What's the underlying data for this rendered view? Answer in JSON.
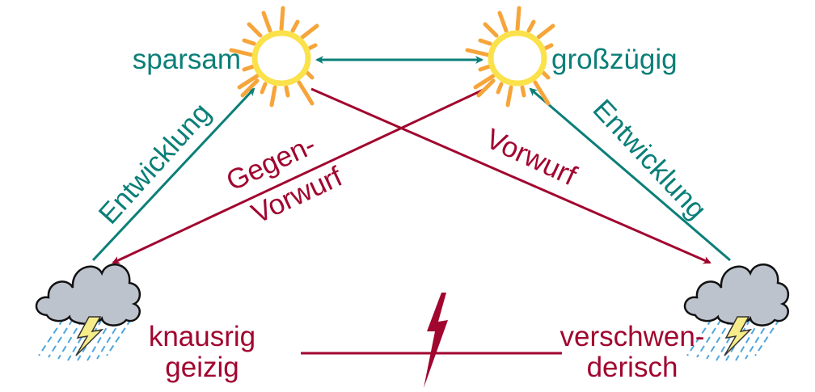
{
  "colors": {
    "teal": "#0b7f78",
    "red": "#a1062f",
    "sun_ray": "#f6a53a",
    "sun_ring": "#fbe14a",
    "cloud": "#bcc3cc",
    "rain": "#4fa6de",
    "bolt": "#f7ec8a"
  },
  "nodes": {
    "top_left": {
      "label": "sparsam",
      "icon": "sun-icon"
    },
    "top_right": {
      "label": "großzügig",
      "icon": "sun-icon"
    },
    "bottom_left": {
      "line1": "knausrig",
      "line2": "geizig",
      "icon": "storm-cloud-icon"
    },
    "bottom_right": {
      "line1": "verschwen-",
      "line2": "derisch",
      "icon": "storm-cloud-icon"
    }
  },
  "edges": {
    "left_development": "Entwicklung",
    "right_development": "Entwicklung",
    "counter_reproach_line1": "Gegen-",
    "counter_reproach_line2": "Vorwurf",
    "reproach": "Vorwurf"
  },
  "conflict_icon": "lightning-icon"
}
